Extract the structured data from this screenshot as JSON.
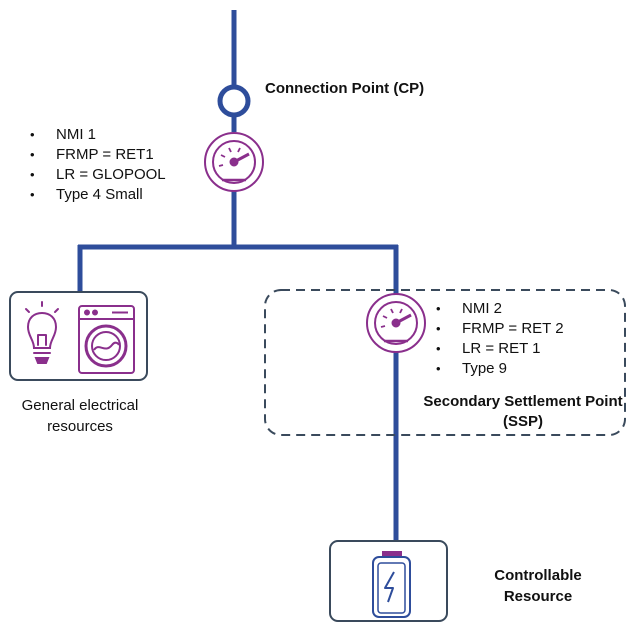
{
  "connection_point": {
    "label": "Connection Point (CP)"
  },
  "meter1": {
    "icon": "meter-gauge-icon",
    "bullets": [
      "NMI 1",
      "FRMP = RET1",
      "LR = GLOPOOL",
      "Type 4 Small"
    ]
  },
  "general_resources": {
    "label": "General electrical resources",
    "icons": [
      "lightbulb-icon",
      "washing-machine-icon"
    ]
  },
  "meter2": {
    "icon": "meter-gauge-icon",
    "bullets": [
      "NMI 2",
      "FRMP = RET 2",
      "LR = RET 1",
      "Type 9"
    ]
  },
  "ssp": {
    "label": "Secondary Settlement Point (SSP)"
  },
  "controllable_resource": {
    "label": "Controllable Resource",
    "icon": "battery-icon"
  },
  "colors": {
    "line": "#2e4d9b",
    "icon": "#8a2f8c",
    "box_border": "#3a4a5c"
  }
}
